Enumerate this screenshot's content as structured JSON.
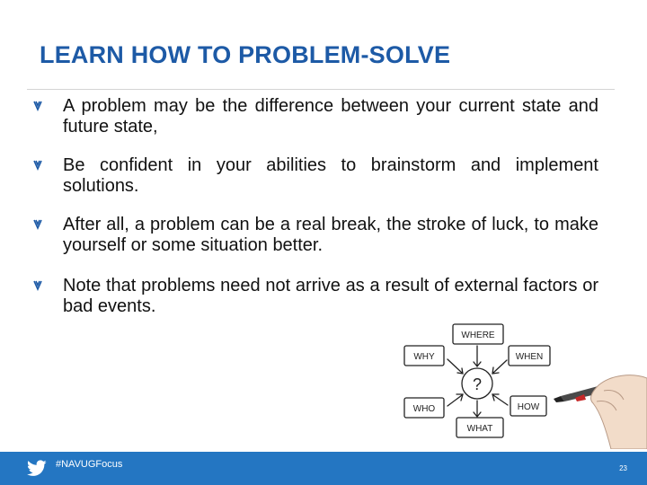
{
  "slide": {
    "title": "LEARN HOW TO PROBLEM-SOLVE",
    "bullets": [
      {
        "text": "A problem may be the difference between your current state and future state,"
      },
      {
        "text": " Be confident in your abilities to brainstorm and implement solutions."
      },
      {
        "text": " After all, a problem can be a real break, the stroke of luck, to make yourself or some situation better."
      },
      {
        "text": " Note that problems need not arrive as a result of external factors or bad events."
      }
    ],
    "bullet_icon": "diamond-bullet-icon",
    "diagram": {
      "center": "?",
      "labels": {
        "where": "WHERE",
        "why": "WHY",
        "when": "WHEN",
        "who": "WHO",
        "how": "HOW",
        "what": "WHAT"
      }
    }
  },
  "footer": {
    "hashtag": "#NAVUGFocus",
    "page_number": "23",
    "icon": "twitter-bird-icon"
  },
  "colors": {
    "title": "#1d5aa6",
    "footer_bar": "#2476c2",
    "bullet": "#1d5aa6"
  }
}
